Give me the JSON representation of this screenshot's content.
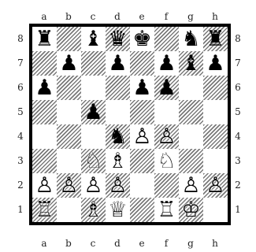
{
  "files": [
    "a",
    "b",
    "c",
    "d",
    "e",
    "f",
    "g",
    "h"
  ],
  "ranks": [
    "8",
    "7",
    "6",
    "5",
    "4",
    "3",
    "2",
    "1"
  ],
  "board": [
    [
      "bR",
      "",
      "bB",
      "bQ",
      "bK",
      "",
      "bN",
      "bR"
    ],
    [
      "",
      "bP",
      "",
      "bP",
      "",
      "bP",
      "bB",
      "bP"
    ],
    [
      "bP",
      "",
      "",
      "",
      "bP",
      "bP",
      "",
      ""
    ],
    [
      "",
      "",
      "bP",
      "",
      "",
      "",
      "",
      ""
    ],
    [
      "",
      "",
      "",
      "bN",
      "wP",
      "wP",
      "",
      ""
    ],
    [
      "",
      "",
      "wN",
      "wB",
      "",
      "wN",
      "",
      ""
    ],
    [
      "wP",
      "wP",
      "wP",
      "wP",
      "",
      "",
      "wP",
      "wP"
    ],
    [
      "wR",
      "",
      "wB",
      "wQ",
      "",
      "wR",
      "wK",
      ""
    ]
  ],
  "piece_glyphs": {
    "wK": "♔",
    "wQ": "♕",
    "wR": "♖",
    "wB": "♗",
    "wN": "♘",
    "wP": "♙",
    "bK": "♚",
    "bQ": "♛",
    "bR": "♜",
    "bB": "♝",
    "bN": "♞",
    "bP": "♟"
  },
  "piece_names": {
    "K": "king",
    "Q": "queen",
    "R": "rook",
    "B": "bishop",
    "N": "knight",
    "P": "pawn"
  }
}
